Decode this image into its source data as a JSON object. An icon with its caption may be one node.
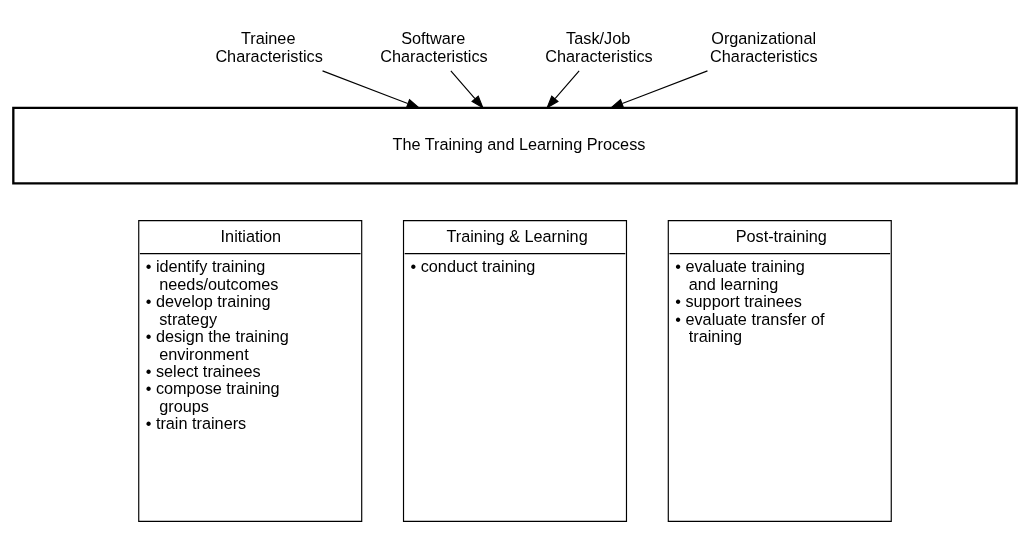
{
  "diagram": {
    "nodes": [
      {
        "text": [
          "Trainee Characteristics"
        ]
      },
      {
        "text": [
          "Software Characteristics"
        ]
      },
      {
        "text": [
          "Task/Job Characteristics"
        ]
      },
      {
        "text": [
          "Organizational Characteristics"
        ]
      },
      {
        "text": [
          "The Training and Learning Process"
        ]
      },
      {
        "text": [
          "Initiation",
          "• identify training needs/outcomes",
          "• develop training strategy",
          "• design the training environment",
          "• select trainees",
          "• compose training groups",
          "• train trainers"
        ]
      },
      {
        "text": [
          "Training & Learning",
          "• conduct training"
        ]
      },
      {
        "text": [
          "Post-training",
          "• evaluate training and learning",
          "• support trainees",
          "• evaluate transfer of training"
        ]
      }
    ],
    "edges": [
      {
        "from": 0,
        "to": 4,
        "arrow": "to"
      },
      {
        "from": 1,
        "to": 4,
        "arrow": "to"
      },
      {
        "from": 2,
        "to": 4,
        "arrow": "to"
      },
      {
        "from": 3,
        "to": 4,
        "arrow": "to"
      }
    ]
  }
}
